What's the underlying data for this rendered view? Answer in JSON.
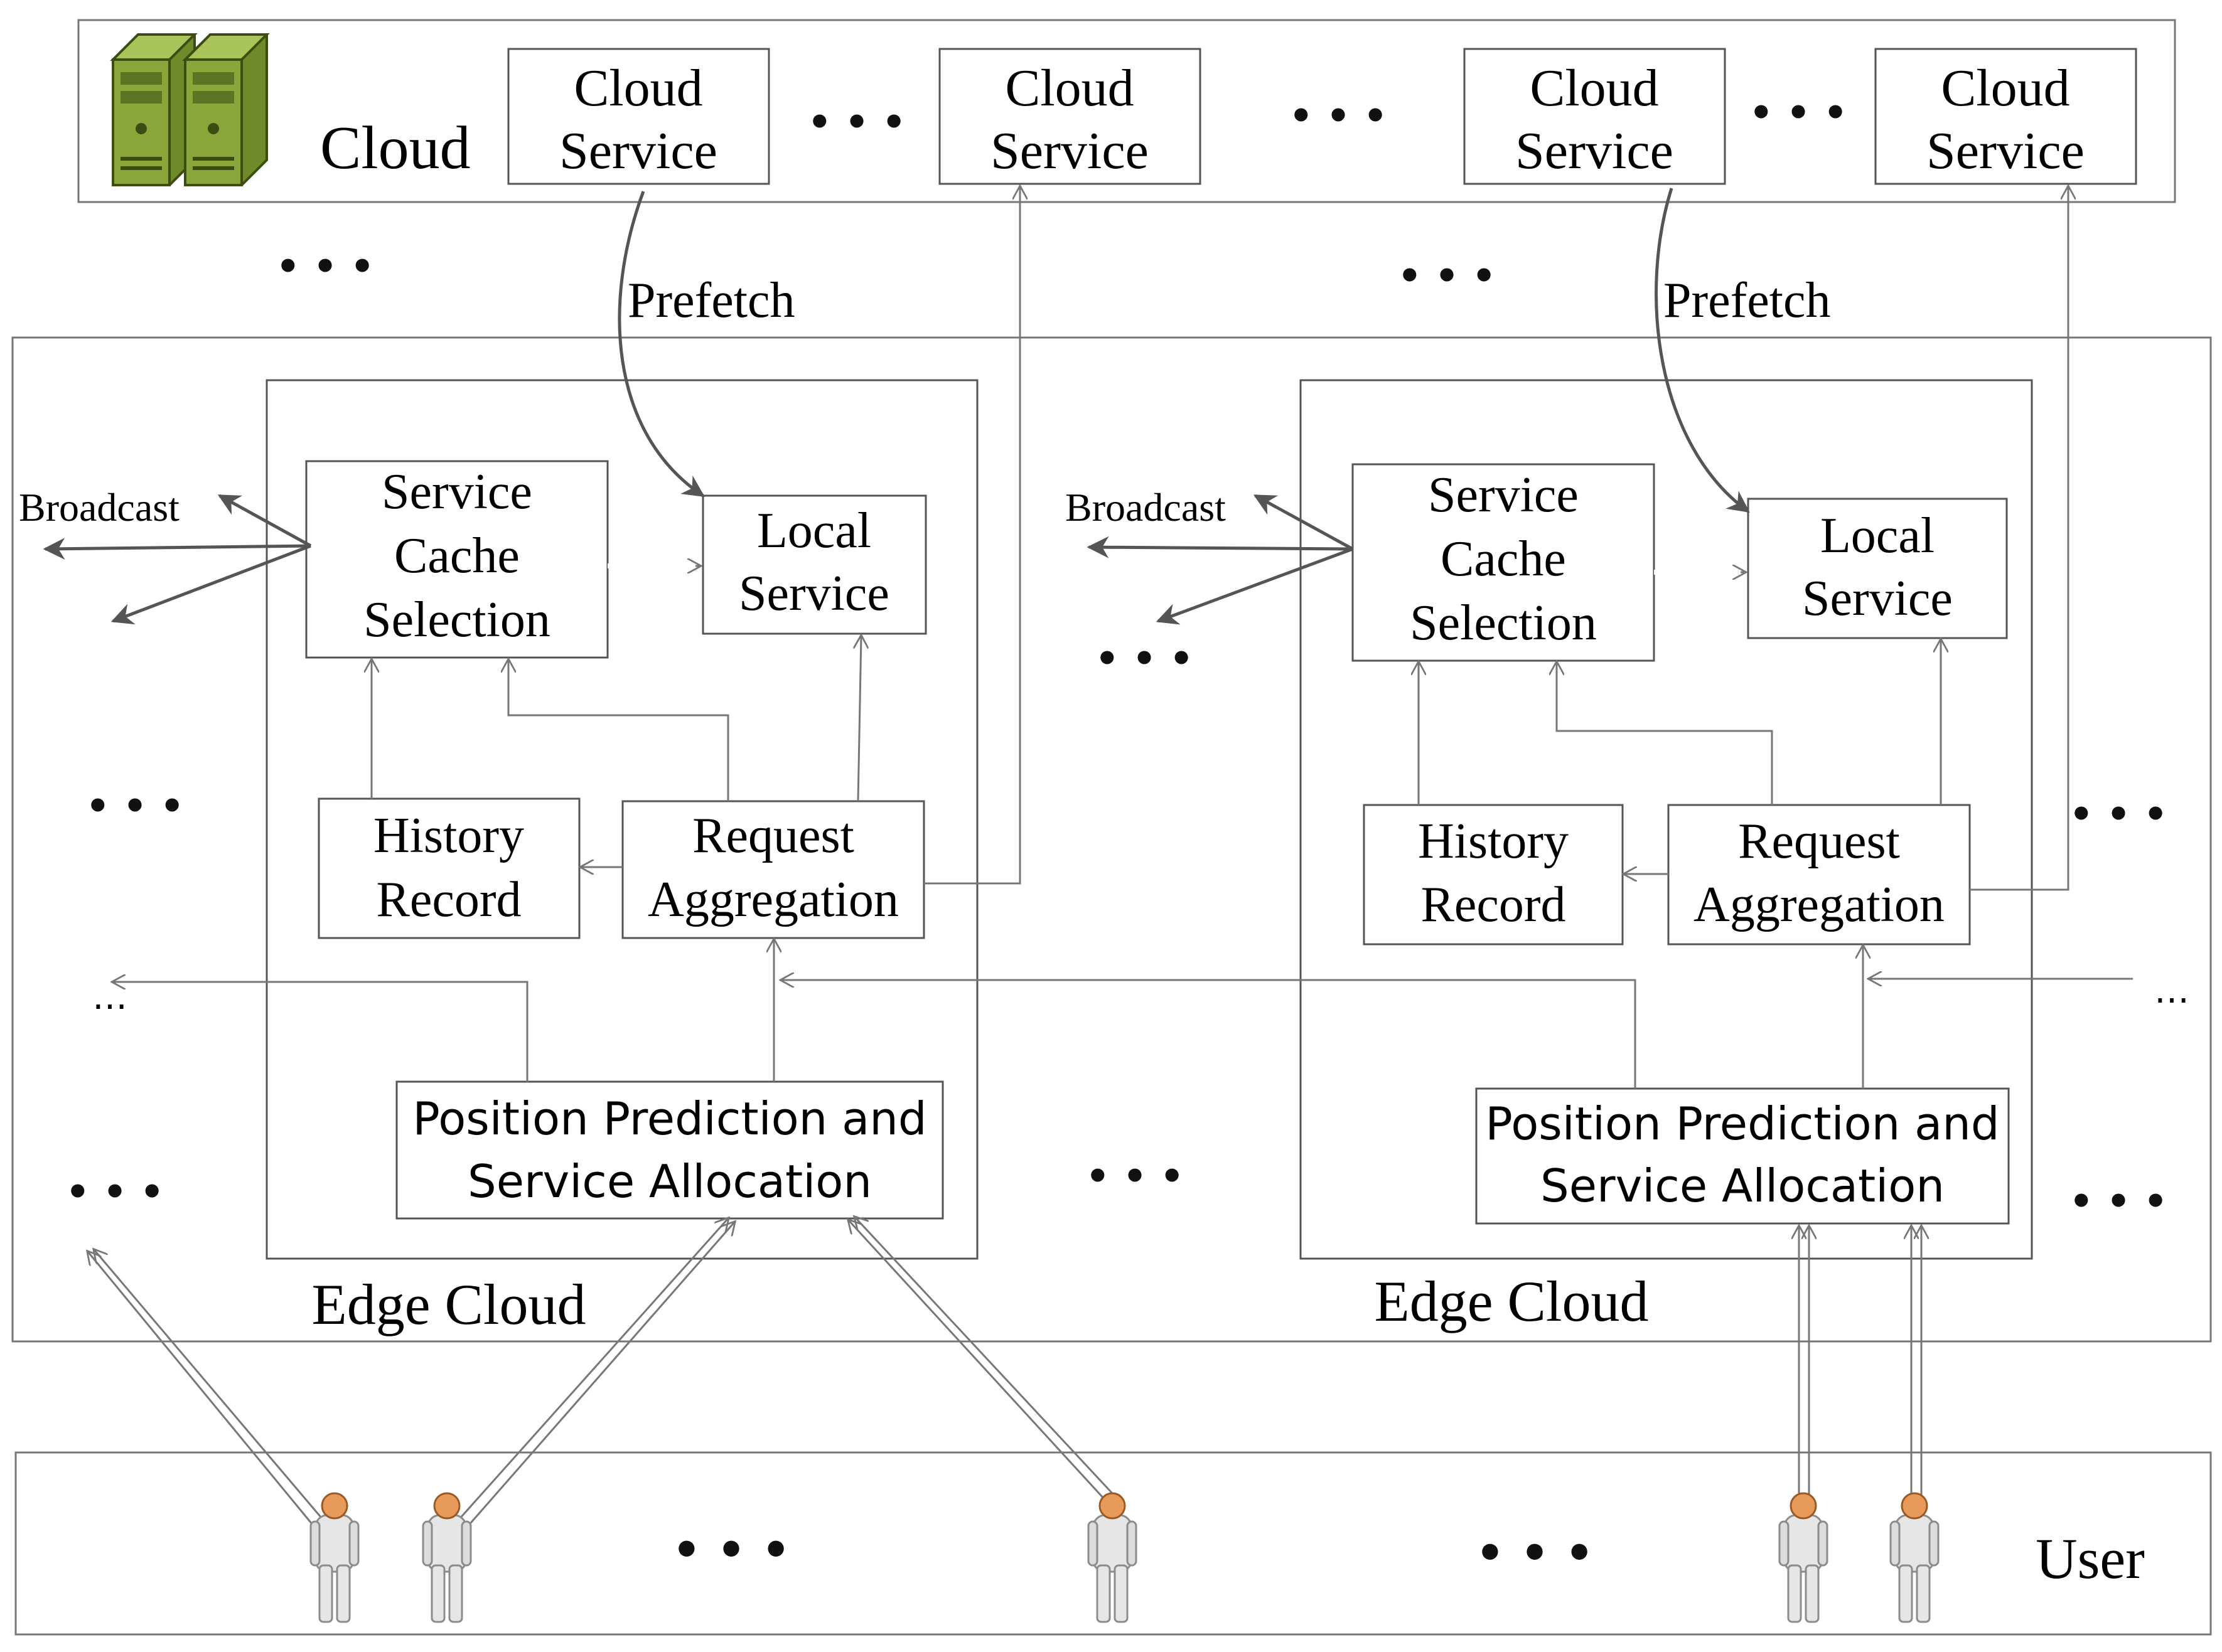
{
  "cloud_label": "Cloud",
  "cloud_services": [
    {
      "line1": "Cloud",
      "line2": "Service"
    },
    {
      "line1": "Cloud",
      "line2": "Service"
    },
    {
      "line1": "Cloud",
      "line2": "Service"
    },
    {
      "line1": "Cloud",
      "line2": "Service"
    }
  ],
  "prefetch_label": "Prefetch",
  "broadcast_label": "Broadcast",
  "edge_cloud_label": "Edge Cloud",
  "modules": {
    "service_cache_selection": [
      "Service",
      "Cache",
      "Selection"
    ],
    "local_service": [
      "Local",
      "Service"
    ],
    "history_record": [
      "History",
      "Record"
    ],
    "request_aggregation": [
      "Request",
      "Aggregation"
    ],
    "position_prediction": [
      "Position Prediction and",
      "Service  Allocation"
    ]
  },
  "user_label": "User",
  "ellipsis_big": "• • •",
  "ellipsis_small": "…",
  "colors": {
    "server_green": "#8aa63a",
    "user_head": "#e89a5a",
    "stroke": "#555555"
  },
  "icons": [
    "server-icon",
    "user-icon"
  ]
}
